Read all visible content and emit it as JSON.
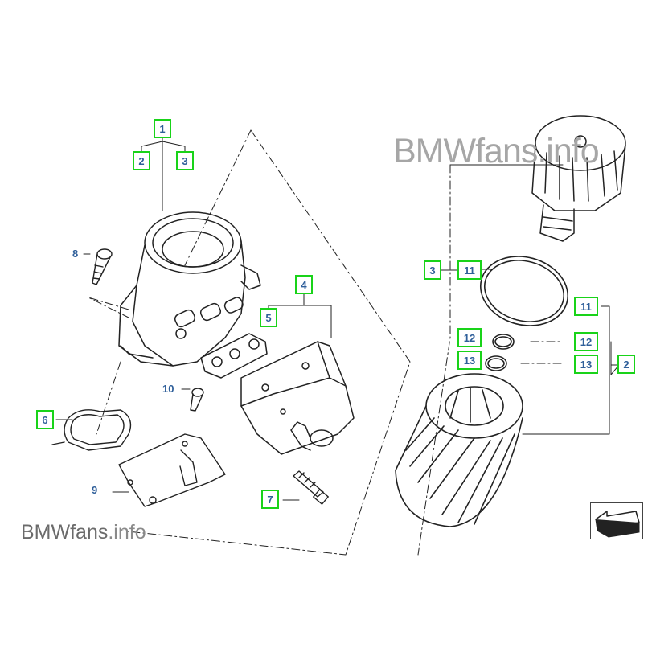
{
  "watermark": {
    "top": "BMWfans.info",
    "bottom_brand": "BMWfans",
    "bottom_suffix": ".info"
  },
  "callouts": {
    "c1": "1",
    "c2a": "2",
    "c3a": "3",
    "c4": "4",
    "c5": "5",
    "c6": "6",
    "c7": "7",
    "c8": "8",
    "c9": "9",
    "c10": "10",
    "c3b": "3",
    "c11a": "11",
    "c11b": "11",
    "c12a": "12",
    "c12b": "12",
    "c13a": "13",
    "c13b": "13",
    "c2b": "2"
  },
  "colors": {
    "callout_border": "#19d319",
    "callout_text": "#2f5f9a",
    "line": "#222222"
  },
  "icons": {
    "nav": "next-page-arrow-icon"
  }
}
